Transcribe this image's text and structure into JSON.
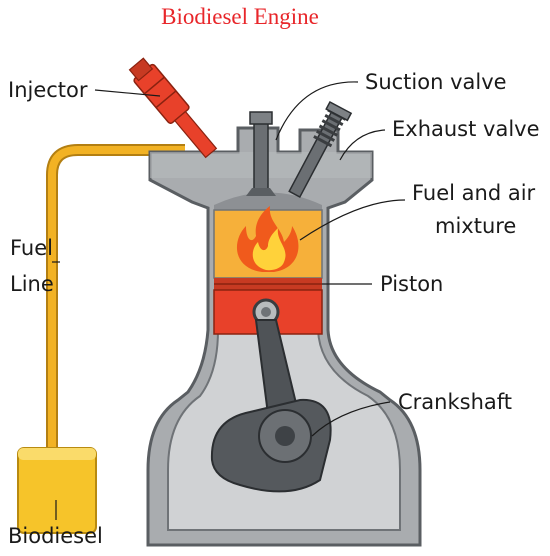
{
  "title": "Biodiesel Engine",
  "labels": {
    "injector": "Injector",
    "suction_valve": "Suction valve",
    "exhaust_valve": "Exhaust valve",
    "fuel_air_line1": "Fuel and air",
    "fuel_air_line2": "mixture",
    "fuel_line1": "Fuel",
    "fuel_line2": "Line",
    "piston": "Piston",
    "crankshaft": "Crankshaft",
    "biodiesel": "Biodiesel"
  },
  "colors": {
    "title": "#e8262a",
    "engine_body": "#a9acaf",
    "engine_dark": "#6f7377",
    "cylinder_inner": "#ececec",
    "fuel_line": "#f2b224",
    "tank_fuel": "#f6c42a",
    "injector": "#e8412a",
    "piston": "#e8412a",
    "chamber": "#f6b03a",
    "flame_outer": "#f05a1c",
    "flame_inner": "#ffd23a"
  }
}
